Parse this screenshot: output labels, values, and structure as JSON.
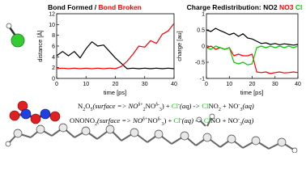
{
  "left_panel": {
    "title_part1": "Bond Formed",
    "title_sep": " / ",
    "title_part2": "Bond Broken"
  },
  "right_panel": {
    "title_prefix": "Charge Redistribution: ",
    "legend": [
      "NO2",
      "NO3",
      "Cl"
    ]
  },
  "equations": {
    "eq1": [
      "N",
      "2",
      "O",
      "5",
      "(surface => NO",
      "δ+",
      "2",
      "NO",
      "δ-",
      "3",
      ") + ",
      "Cl",
      "-",
      "(aq) -> ",
      "Cl",
      "NO",
      "2",
      " + NO",
      "-",
      "3",
      "(aq)"
    ],
    "eq2": [
      "ONONO",
      "2",
      "(surface => NO",
      "δ+",
      "NO",
      "δ-",
      "3",
      ") + ",
      "Cl",
      "-",
      "(aq) -> ",
      "Cl",
      "NO + NO",
      "-",
      "3",
      "(aq)"
    ]
  },
  "colors": {
    "formed": "#000000",
    "broken": "#ff0000",
    "no2": "#000000",
    "no3": "#ff0000",
    "cl": "#00cc00",
    "atom_o": "#e02020",
    "atom_n": "#2040e0",
    "atom_cl": "#33cc33"
  },
  "chart_data": [
    {
      "type": "line",
      "title": "Bond Formed / Bond Broken",
      "xlabel": "time [ps]",
      "ylabel": "distance [Å]",
      "xlim": [
        0,
        40
      ],
      "ylim": [
        0,
        12
      ],
      "xticks": [
        0,
        10,
        20,
        30,
        40
      ],
      "yticks": [
        0,
        2,
        4,
        6,
        8,
        10,
        12
      ],
      "series": [
        {
          "name": "Bond Formed",
          "color": "#000000",
          "x": [
            0,
            2,
            4,
            6,
            8,
            10,
            12,
            14,
            16,
            18,
            20,
            22,
            24,
            26,
            28,
            30,
            32,
            34,
            36,
            38,
            40
          ],
          "y": [
            4.2,
            5.0,
            4.2,
            5.0,
            3.8,
            5.5,
            6.8,
            6.0,
            6.2,
            5.0,
            3.8,
            2.8,
            1.8,
            1.9,
            1.8,
            1.9,
            1.8,
            1.9,
            1.8,
            1.9,
            1.8
          ]
        },
        {
          "name": "Bond Broken",
          "color": "#ff0000",
          "x": [
            0,
            2,
            4,
            6,
            8,
            10,
            12,
            14,
            16,
            18,
            20,
            22,
            24,
            26,
            28,
            30,
            32,
            34,
            36,
            38,
            40
          ],
          "y": [
            1.8,
            1.9,
            1.8,
            1.9,
            1.8,
            1.9,
            1.8,
            1.9,
            1.8,
            1.9,
            1.8,
            2.2,
            3.2,
            4.5,
            6.0,
            5.8,
            7.0,
            6.5,
            8.2,
            8.8,
            10.2
          ]
        }
      ]
    },
    {
      "type": "line",
      "title": "Charge Redistribution",
      "xlabel": "time [ps]",
      "ylabel": "charge [au]",
      "xlim": [
        0,
        40
      ],
      "ylim": [
        -1,
        1
      ],
      "xticks": [
        0,
        10,
        20,
        30,
        40
      ],
      "yticks": [
        -1,
        -0.5,
        0,
        0.5,
        1
      ],
      "series": [
        {
          "name": "NO2",
          "color": "#000000",
          "x": [
            0,
            2,
            4,
            6,
            8,
            10,
            12,
            14,
            16,
            18,
            20,
            22,
            24,
            26,
            28,
            30,
            32,
            34,
            36,
            38,
            40
          ],
          "y": [
            0.5,
            0.45,
            0.55,
            0.48,
            0.42,
            0.35,
            0.4,
            0.3,
            0.38,
            0.25,
            0.22,
            0.15,
            0.08,
            0.1,
            0.05,
            0.08,
            0.04,
            0.07,
            0.05,
            0.03,
            0.05
          ]
        },
        {
          "name": "NO3",
          "color": "#ff0000",
          "x": [
            0,
            2,
            4,
            6,
            8,
            10,
            12,
            14,
            16,
            18,
            20,
            22,
            24,
            26,
            28,
            30,
            32,
            34,
            36,
            38,
            40
          ],
          "y": [
            -0.05,
            0.0,
            -0.1,
            -0.05,
            -0.1,
            -0.05,
            -0.3,
            -0.25,
            -0.3,
            -0.3,
            -0.25,
            -0.8,
            -0.82,
            -0.8,
            -0.85,
            -0.82,
            -0.8,
            -0.83,
            -0.82,
            -0.8,
            -0.82
          ]
        },
        {
          "name": "Cl",
          "color": "#00cc00",
          "x": [
            0,
            2,
            4,
            6,
            8,
            10,
            12,
            14,
            16,
            18,
            20,
            22,
            24,
            26,
            28,
            30,
            32,
            34,
            36,
            38,
            40
          ],
          "y": [
            -0.05,
            -0.1,
            0.0,
            -0.05,
            -0.1,
            -0.05,
            -0.5,
            -0.55,
            -0.5,
            -0.58,
            -0.55,
            -0.05,
            0.0,
            -0.05,
            0.0,
            -0.05,
            0.0,
            -0.05,
            0.0,
            -0.05,
            0.0
          ]
        }
      ]
    }
  ]
}
